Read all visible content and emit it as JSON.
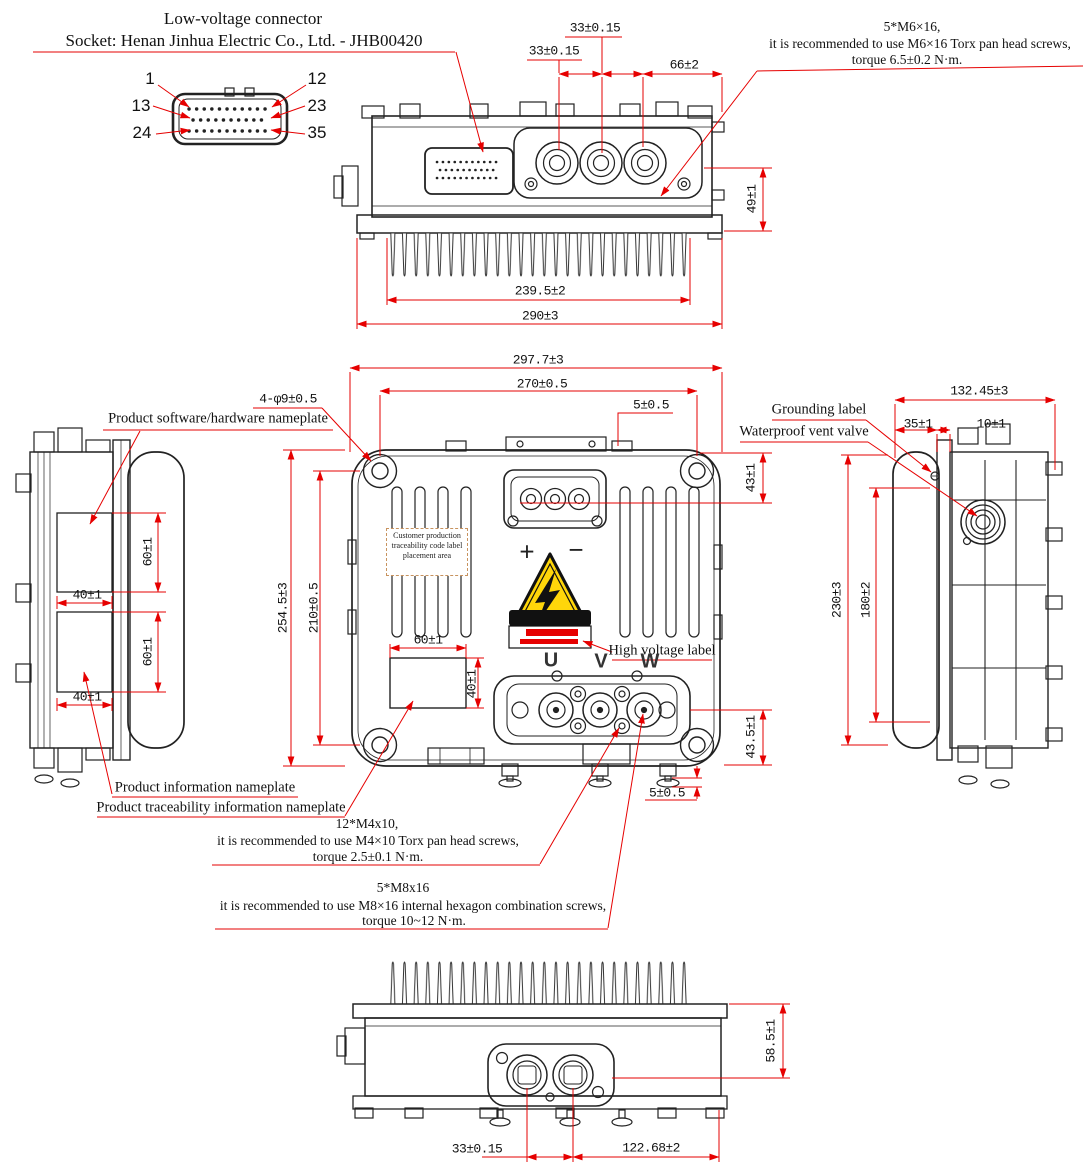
{
  "colors": {
    "dimension_red": "#e60000",
    "line_black": "#222222",
    "warning_yellow": "#ffd60a"
  },
  "low_voltage_connector": {
    "title": "Low-voltage connector",
    "subtitle": "Socket: Henan Jinhua Electric Co., Ltd. - JHB00420",
    "pins": {
      "p1": "1",
      "p12": "12",
      "p13": "13",
      "p23": "23",
      "p24": "24",
      "p35": "35"
    }
  },
  "notes": {
    "m6": {
      "line1": "5*M6×16,",
      "line2": "it is recommended to use M6×16 Torx pan head screws,",
      "line3": "torque 6.5±0.2 N·m."
    },
    "m4": {
      "line1": "12*M4x10,",
      "line2": "it is recommended to use M4×10 Torx pan head screws,",
      "line3": "torque 2.5±0.1 N·m."
    },
    "m8": {
      "line1": "5*M8x16",
      "line2": "it is recommended to use M8×16 internal hexagon combination screws,",
      "line3": "torque 10~12 N·m."
    }
  },
  "labels": {
    "software_nameplate": "Product software/hardware nameplate",
    "grounding": "Grounding label",
    "vent_valve": "Waterproof vent valve",
    "high_voltage": "High voltage label",
    "info_nameplate": "Product information nameplate",
    "traceability_nameplate": "Product traceability information nameplate",
    "customer_area": "Customer production traceability code label placement area",
    "plus": "+",
    "minus": "−",
    "u": "U",
    "v": "V",
    "w": "W"
  },
  "dims": {
    "top": {
      "a33": "33±0.15",
      "b33": "33±0.15",
      "c66": "66±2",
      "h49": "49±1",
      "w2395": "239.5±2",
      "w290": "290±3"
    },
    "front": {
      "w2977": "297.7±3",
      "w270": "270±0.5",
      "t5": "5±0.5",
      "holes": "4-φ9±0.5",
      "h2545": "254.5±3",
      "h210": "210±0.5",
      "r43": "43±1",
      "r435": "43.5±1",
      "b5": "5±0.5",
      "np60": "60±1",
      "np40": "40±1"
    },
    "left": {
      "t60": "60±1",
      "t40": "40±1",
      "b60": "60±1",
      "b40": "40±1"
    },
    "right": {
      "w13245": "132.45±3",
      "w35": "35±1",
      "w10": "10±1",
      "h230": "230±3",
      "h180": "180±2"
    },
    "bottom": {
      "h585": "58.5±1",
      "w33": "33±0.15",
      "w12268": "122.68±2"
    }
  }
}
